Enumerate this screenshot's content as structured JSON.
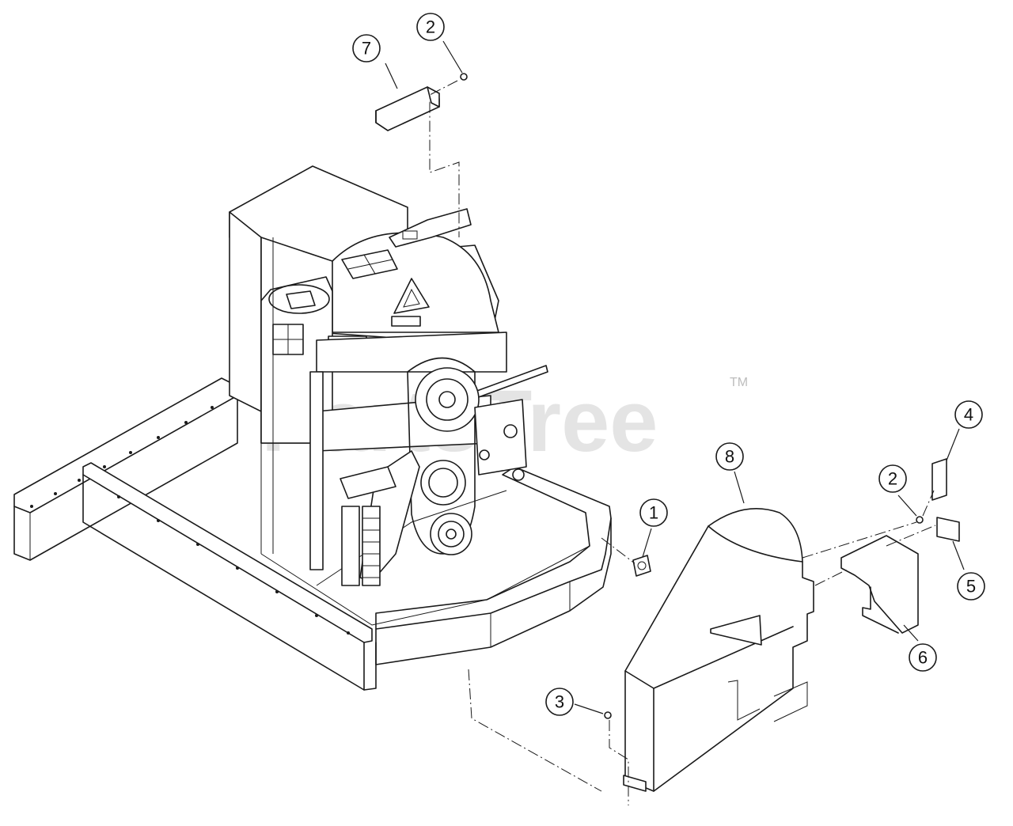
{
  "watermark": {
    "text": "PartsTree",
    "trademark": "TM"
  },
  "callouts": [
    {
      "id": "callout-1",
      "label": "1"
    },
    {
      "id": "callout-2a",
      "label": "2"
    },
    {
      "id": "callout-2b",
      "label": "2"
    },
    {
      "id": "callout-3",
      "label": "3"
    },
    {
      "id": "callout-4",
      "label": "4"
    },
    {
      "id": "callout-5",
      "label": "5"
    },
    {
      "id": "callout-6",
      "label": "6"
    },
    {
      "id": "callout-7",
      "label": "7"
    },
    {
      "id": "callout-8",
      "label": "8"
    }
  ],
  "colors": {
    "line": "#1a1a1a",
    "background": "#ffffff",
    "watermark": "#cfcfcf"
  }
}
